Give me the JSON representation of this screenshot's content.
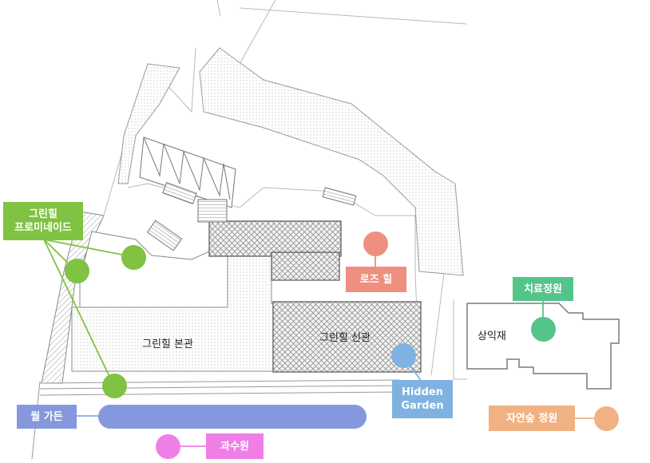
{
  "colors": {
    "green": "#80c241",
    "rose": "#ee8f80",
    "teal": "#54c48a",
    "blue": "#8da8de",
    "sky": "#7fb2e0",
    "orange": "#f0b283",
    "pink": "#ef7fe6",
    "line": "#8a8a8a"
  },
  "labels": {
    "greenhill_promenade": "그린힐\n프로미네이드",
    "rose_hill": "로즈 힐",
    "healing_garden": "치료정원",
    "wall_garden": "월 가든",
    "hidden_garden": "Hidden\nGarden",
    "forest_garden": "자연숲 정원",
    "orchard": "과수원"
  },
  "buildings": {
    "main_hall": "그린힐 본관",
    "new_hall": "그린힐 신관",
    "sangikjae": "상익재"
  },
  "icons": [
    "marker-dot"
  ]
}
